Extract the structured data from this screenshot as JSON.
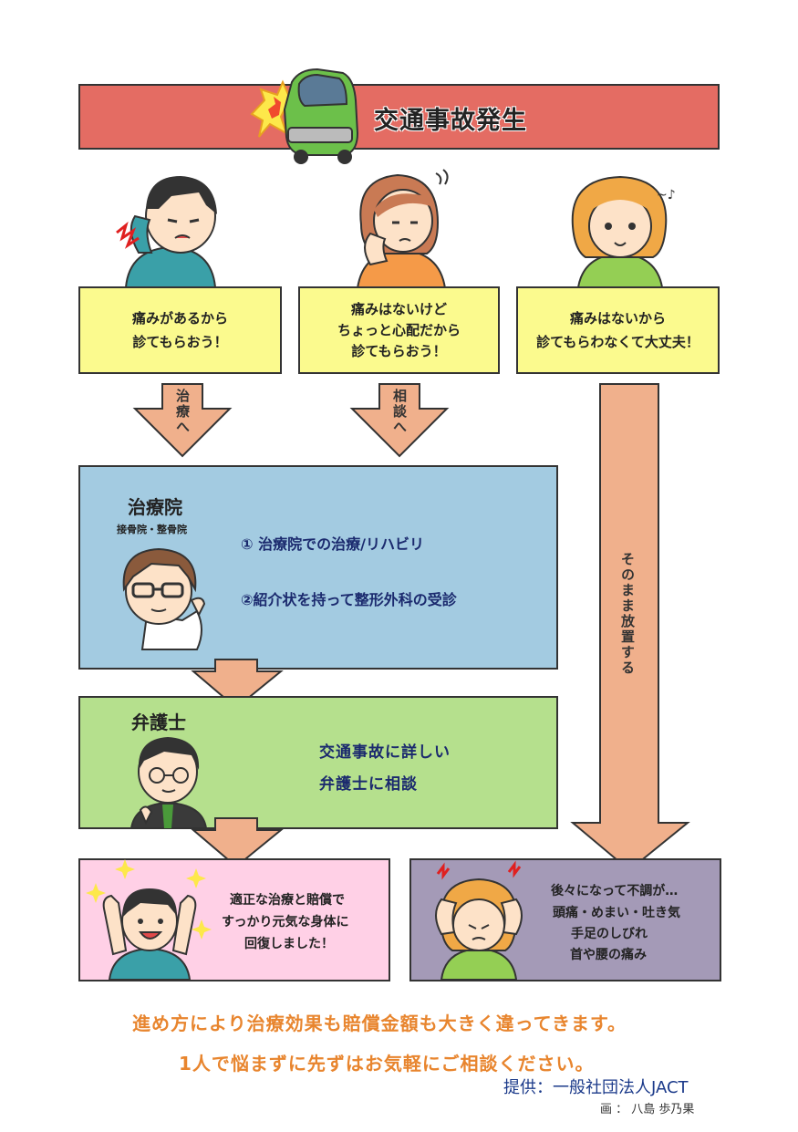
{
  "title": "交通事故発生",
  "cases": [
    {
      "text_line1": "痛みがあるから",
      "text_line2": "診てもらおう！"
    },
    {
      "text_line1": "痛みはないけど",
      "text_line2": "ちょっと心配だから",
      "text_line3": "診てもらおう！"
    },
    {
      "text_line1": "痛みはないから",
      "text_line2": "診てもらわなくて大丈夫！"
    }
  ],
  "arrows": {
    "treatment": "治療へ",
    "consult": "相談へ",
    "neglect": "そのまま放置する"
  },
  "clinic": {
    "title": "治療院",
    "subtitle": "接骨院・整骨院",
    "item1": "① 治療院での治療/リハビリ",
    "item2": "②紹介状を持って整形外科の受診"
  },
  "lawyer": {
    "title": "弁護士",
    "line1": "交通事故に詳しい",
    "line2": "弁護士に相談"
  },
  "good_result": {
    "line1": "適正な治療と賠償で",
    "line2": "すっかり元気な身体に",
    "line3": "回復しました！"
  },
  "bad_result": {
    "line1": "後々になって不調が…",
    "line2": "頭痛・めまい・吐き気",
    "line3": "手足のしびれ",
    "line4": "首や腰の痛み"
  },
  "footer": {
    "line1": "進め方により治療効果も賠償金額も大きく違ってきます。",
    "line2": "1人で悩まずに先ずはお気軽にご相談ください。",
    "credit": "提供：一般社団法人JACT",
    "artist": "画 ： 八島 歩乃果"
  },
  "colors": {
    "title_bar": "#e46c63",
    "yellow_box": "#fbfa8e",
    "arrow": "#f0b08c",
    "clinic_box": "#a3cbe1",
    "lawyer_box": "#b5e08d",
    "good_box": "#ffd0e6",
    "bad_box": "#a49ab7",
    "footer_text": "#e8852e"
  }
}
